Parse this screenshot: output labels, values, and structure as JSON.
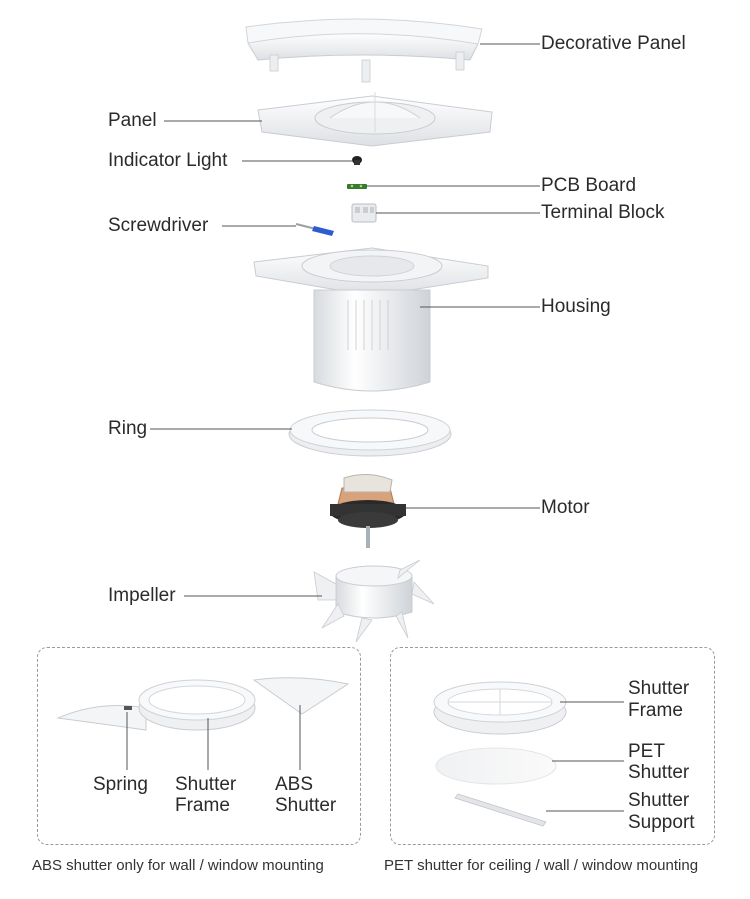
{
  "labels": {
    "decorative_panel": "Decorative Panel",
    "panel": "Panel",
    "indicator_light": "Indicator Light",
    "pcb_board": "PCB Board",
    "terminal_block": "Terminal Block",
    "screwdriver": "Screwdriver",
    "housing": "Housing",
    "ring": "Ring",
    "motor": "Motor",
    "impeller": "Impeller"
  },
  "abs_group": {
    "spring": "Spring",
    "shutter_frame_1": "Shutter",
    "shutter_frame_2": "Frame",
    "abs_shutter_1": "ABS",
    "abs_shutter_2": "Shutter",
    "caption": "ABS shutter only for wall / window mounting"
  },
  "pet_group": {
    "shutter_frame_1": "Shutter",
    "shutter_frame_2": "Frame",
    "pet_shutter_1": "PET",
    "pet_shutter_2": "Shutter",
    "shutter_support_1": "Shutter",
    "shutter_support_2": "Support",
    "caption": "PET shutter for ceiling / wall / window mounting"
  },
  "colors": {
    "leader_line": "#555555",
    "dashed_border": "#9a9a9a",
    "part_white": "#f2f3f5",
    "part_shadow": "#c9ccd1",
    "screwdriver_blue": "#2f5bd0",
    "pcb_green": "#2e7d32",
    "motor_dark": "#2a2a2a",
    "motor_copper": "#d8a27a"
  }
}
